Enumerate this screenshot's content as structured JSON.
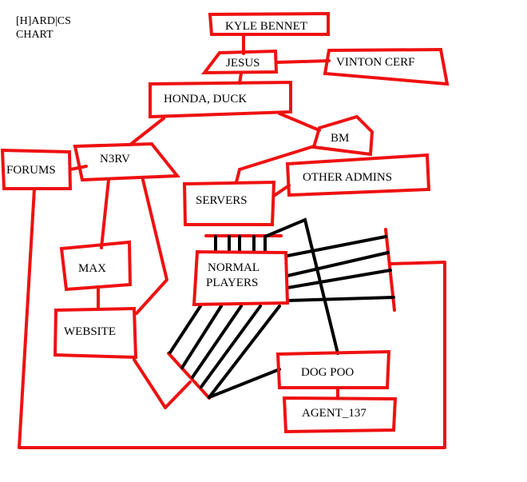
{
  "title_line1": "[H]ARD|CS",
  "title_line2": "CHART",
  "nodes": {
    "kyle_bennet": "KYLE BENNET",
    "jesus": "JESUS",
    "vinton_cerf": "VINTON CERF",
    "honda_duck": "HONDA, DUCK",
    "bm": "BM",
    "n3rv": "N3RV",
    "forums": "FORUMS",
    "other_admins": "OTHER ADMINS",
    "servers": "SERVERS",
    "max": "MAX",
    "normal_players_1": "NORMAL",
    "normal_players_2": "PLAYERS",
    "website": "WEBSITE",
    "dog_poo": "DOG POO",
    "agent_137": "AGENT_137"
  },
  "colors": {
    "line_red": "#ee1111",
    "line_black": "#000000",
    "background": "#ffffff"
  }
}
